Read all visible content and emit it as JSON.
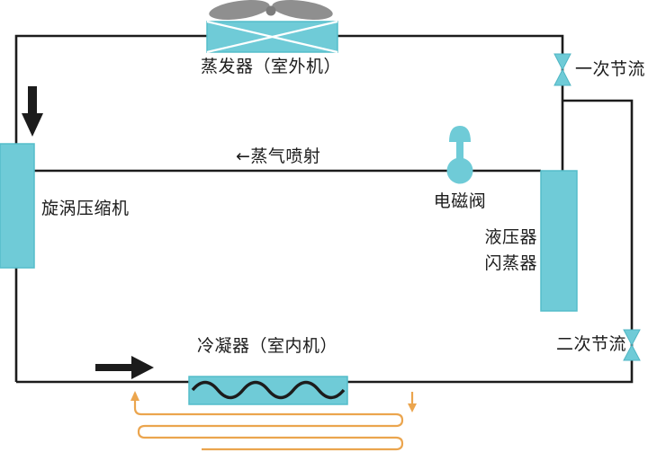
{
  "diagram": {
    "type": "refrigeration-cycle-schematic",
    "labels": {
      "evaporator": "蒸发器（室外机）",
      "primary_throttle": "一次节流",
      "vapor_injection": "←蒸气喷射",
      "solenoid_valve": "电磁阀",
      "compressor": "旋涡压缩机",
      "flash_tank_line1": "液压器",
      "flash_tank_line2": "闪蒸器",
      "secondary_throttle": "二次节流",
      "condenser": "冷凝器（室内机）"
    },
    "colors": {
      "component_fill": "#6FCBD7",
      "component_border": "#55BDCA",
      "pipe_line": "#1C1C1C",
      "fan_gray": "#8F8F8F",
      "heating_coil_orange": "#EBA54E",
      "background": "#FFFFFF"
    },
    "icons": {
      "fan": "propeller-fan-icon",
      "throttle_valves": "bowtie-valve-icon",
      "solenoid": "plunger-valve-icon",
      "flow_direction": "solid-black-arrow-icon",
      "heating_loop": "serpentine-coil-icon"
    }
  }
}
